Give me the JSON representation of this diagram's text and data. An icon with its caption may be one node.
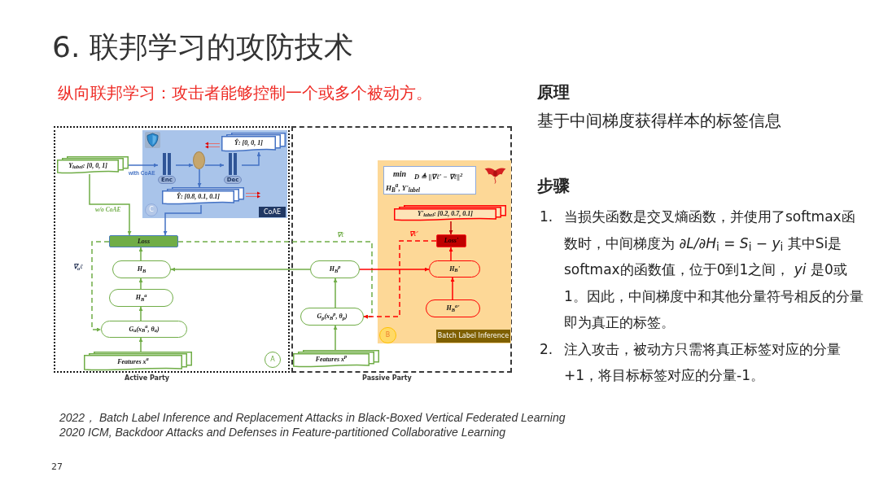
{
  "diagram": {
    "title": "6. 联邦学习的攻防技术",
    "nodes": [
      {
        "text": [
          "Active Party"
        ]
      },
      {
        "text": [
          "Y$_{label}$: [0, 0, 1]"
        ],
        "in": 0
      },
      {
        "text": [
          "CoAE"
        ],
        "in": 0
      },
      {
        "text": [
          "Enc"
        ],
        "in": 2
      },
      {
        "text": [],
        "shape": "ellipse",
        "in": 2
      },
      {
        "text": [
          "Dec"
        ],
        "in": 2
      },
      {
        "text": [
          "Ŷ: [0, 0, 1]"
        ],
        "in": 2
      },
      {
        "text": [
          "Ŷ: [0.8, 0.1, 0.1]"
        ],
        "in": 2
      },
      {
        "text": [
          "C"
        ],
        "in": 2
      },
      {
        "text": [
          "Loss"
        ],
        "in": 0
      },
      {
        "text": [
          "H$_{B}$"
        ],
        "in": 0
      },
      {
        "text": [
          "H$_{B}$$^{a}$"
        ],
        "in": 0
      },
      {
        "text": [
          "G$_{a}$(x$_{B}$$^{a}$, θ$_{a}$)"
        ],
        "in": 0
      },
      {
        "text": [
          "Features x$^{a}$"
        ],
        "in": 0
      },
      {
        "text": [
          "A"
        ],
        "in": 0
      },
      {
        "text": [
          "Passive Party"
        ]
      },
      {
        "text": [
          "H$_{B}$$^{p}$"
        ],
        "in": 15
      },
      {
        "text": [
          "G$_{p}$(x$_{B}$$^{p}$, θ$_{p}$)"
        ],
        "in": 15
      },
      {
        "text": [
          "Features x$^{p}$"
        ],
        "in": 15
      },
      {
        "text": [
          "Batch Label Inference"
        ],
        "in": 15
      },
      {
        "text": [
          "min",
          "D ≜ ||∇ℓ' − ∇ℓ||$^{2}$",
          "H$_{B}$$^{a}$, Y'$_{label}$"
        ],
        "in": 19
      },
      {
        "text": [
          "Y'$_{label}$: [0.2, 0.7, 0.1]"
        ],
        "in": 19
      },
      {
        "text": [
          "Loss'"
        ],
        "in": 19
      },
      {
        "text": [
          "H$_{B}$'"
        ],
        "in": 19
      },
      {
        "text": [
          "H$_{B}$$^{a}$'"
        ],
        "in": 19
      },
      {
        "text": [
          "B"
        ],
        "in": 19
      }
    ],
    "edges": [
      {
        "from": 1,
        "to": 3,
        "arrow": "to",
        "label": "with CoAE",
        "color": "#4472c4"
      },
      {
        "from": 3,
        "to": 4,
        "arrow": "to",
        "color": "#4472c4"
      },
      {
        "from": 4,
        "to": 5,
        "arrow": "to",
        "color": "#4472c4"
      },
      {
        "from": 5,
        "to": 6,
        "arrow": "to",
        "color": "#4472c4"
      },
      {
        "from": 4,
        "to": 7,
        "arrow": "to",
        "color": "#4472c4"
      },
      {
        "from": 7,
        "to": 9,
        "arrow": "to",
        "color": "#4472c4"
      },
      {
        "from": 1,
        "to": 9,
        "arrow": "to",
        "label": "w/o CoAE"
      },
      {
        "from": 10,
        "to": 9,
        "arrow": "to"
      },
      {
        "from": 11,
        "to": 10,
        "arrow": "to"
      },
      {
        "from": 12,
        "to": 11,
        "arrow": "to"
      },
      {
        "from": 13,
        "to": 12,
        "arrow": "to"
      },
      {
        "from": 9,
        "to": 12,
        "arrow": "to",
        "label": "∇$_{a}$ℓ",
        "style": "dashed"
      },
      {
        "from": 9,
        "to": 17,
        "arrow": "to",
        "label": "∇ℓ",
        "style": "dashed"
      },
      {
        "from": 16,
        "to": 10,
        "arrow": "to"
      },
      {
        "from": 16,
        "to": 23,
        "arrow": "to",
        "color": "#ff0000"
      },
      {
        "from": 18,
        "to": 17,
        "arrow": "to"
      },
      {
        "from": 17,
        "to": 16,
        "arrow": "to"
      },
      {
        "from": 21,
        "to": 22,
        "arrow": "to",
        "color": "#c00000"
      },
      {
        "from": 23,
        "to": 22,
        "arrow": "to",
        "color": "#ff0000"
      },
      {
        "from": 24,
        "to": 23,
        "arrow": "to",
        "color": "#ff0000"
      },
      {
        "from": 22,
        "to": 17,
        "arrow": "to",
        "label": "∇ℓ'",
        "style": "dashed",
        "color": "#ff0000"
      }
    ],
    "labels": [
      "纵向联邦学习：攻击者能够控制一个或多个被动方。",
      "原理",
      "基于中间梯度获得样本的标签信息",
      "步骤",
      "1.",
      "当损失函数是交叉熵函数，并使用了softmax函数时，中间梯度为 *∂L/∂H*$_{i}$ = *S*$_{i}$ − *y*$_{i}$ 其中Si是softmax的函数值，位于0到1之间， *yi* 是0或1。因此，中间梯度中和其他分量符号相反的分量即为真正的标签。",
      "2.",
      "注入攻击，被动方只需将真正标签对应的分量+1，将目标标签对应的分量-1。",
      "2022， Batch Label Inference and Replacement Attacks in Black-Boxed Vertical Federated Learning",
      "2020 ICM, Backdoor Attacks and Defenses in Feature-partitioned Collaborative Learning",
      "27"
    ]
  }
}
